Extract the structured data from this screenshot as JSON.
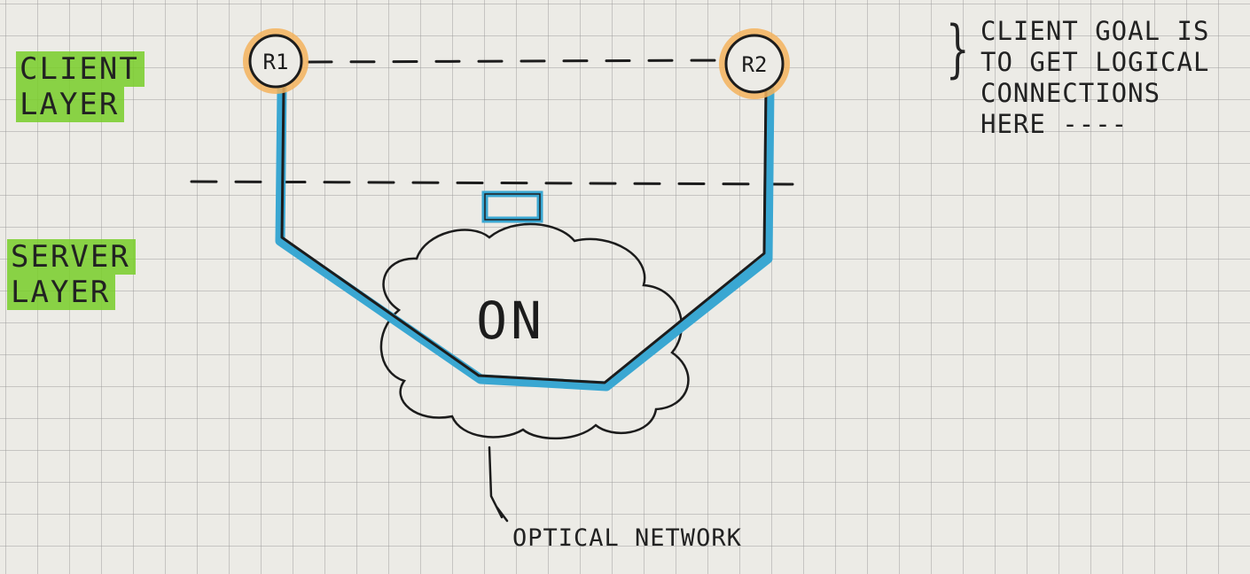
{
  "labels": {
    "client_layer_line1": "CLIENT",
    "client_layer_line2": "LAYER",
    "server_layer_line1": "SERVER",
    "server_layer_line2": "LAYER"
  },
  "routers": {
    "r1": "R1",
    "r2": "R2"
  },
  "cloud": {
    "label": "ON",
    "caption": "OPTICAL NETWORK"
  },
  "note": {
    "text": "CLIENT GOAL IS\nTO GET LOGICAL\nCONNECTIONS\nHERE ----"
  },
  "colors": {
    "paper": "#ecebe6",
    "grid": "#969696",
    "highlight_green": "#78ce28",
    "highlight_orange": "#f5b35c",
    "path_blue": "#3aa7d2",
    "ink": "#1c1c1c"
  }
}
